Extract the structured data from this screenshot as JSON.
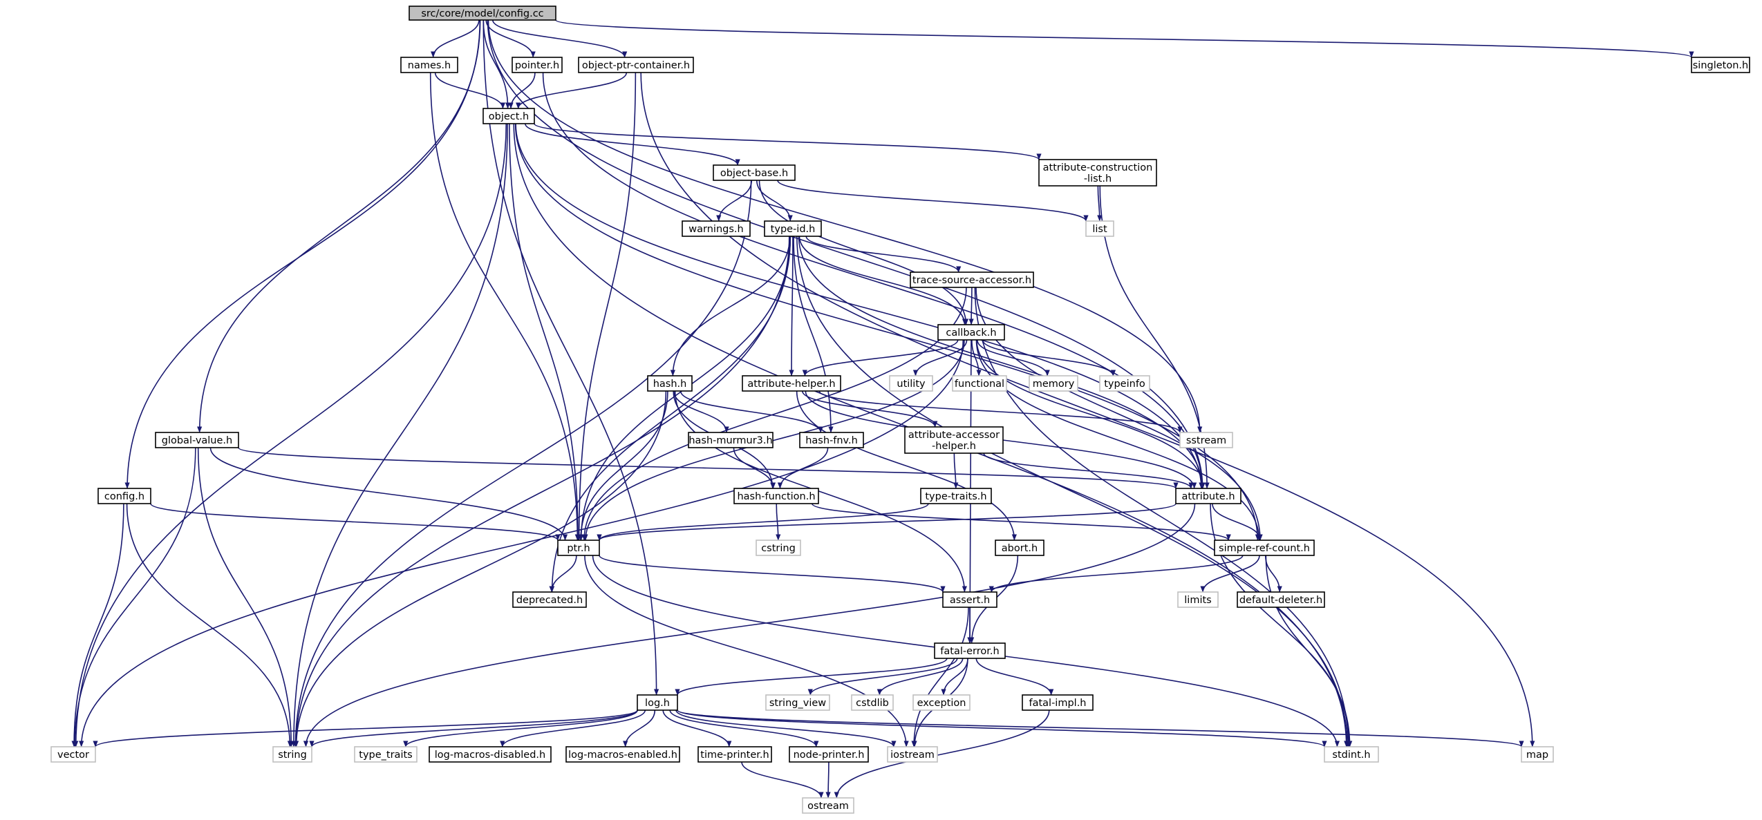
{
  "edge_color": "#191970",
  "root_fill": "#bfbfbf",
  "external_border": "#bfbfbf",
  "nodes": [
    {
      "id": "config_cc",
      "label": "src/core/model/config.cc",
      "kind": "root"
    },
    {
      "id": "names_h",
      "label": "names.h",
      "kind": "internal"
    },
    {
      "id": "pointer_h",
      "label": "pointer.h",
      "kind": "internal"
    },
    {
      "id": "object_ptr_container_h",
      "label": "object-ptr-container.h",
      "kind": "internal"
    },
    {
      "id": "singleton_h",
      "label": "singleton.h",
      "kind": "internal"
    },
    {
      "id": "object_h",
      "label": "object.h",
      "kind": "internal"
    },
    {
      "id": "object_base_h",
      "label": "object-base.h",
      "kind": "internal"
    },
    {
      "id": "attribute_construction_list_h",
      "label": [
        "attribute-construction",
        "-list.h"
      ],
      "kind": "internal"
    },
    {
      "id": "warnings_h",
      "label": "warnings.h",
      "kind": "internal"
    },
    {
      "id": "type_id_h",
      "label": "type-id.h",
      "kind": "internal"
    },
    {
      "id": "list",
      "label": "list",
      "kind": "external"
    },
    {
      "id": "trace_source_accessor_h",
      "label": "trace-source-accessor.h",
      "kind": "internal"
    },
    {
      "id": "callback_h",
      "label": "callback.h",
      "kind": "internal"
    },
    {
      "id": "hash_h",
      "label": "hash.h",
      "kind": "internal"
    },
    {
      "id": "attribute_helper_h",
      "label": "attribute-helper.h",
      "kind": "internal"
    },
    {
      "id": "utility",
      "label": "utility",
      "kind": "external"
    },
    {
      "id": "functional",
      "label": "functional",
      "kind": "external"
    },
    {
      "id": "memory",
      "label": "memory",
      "kind": "external"
    },
    {
      "id": "typeinfo",
      "label": "typeinfo",
      "kind": "external"
    },
    {
      "id": "sstream",
      "label": "sstream",
      "kind": "external"
    },
    {
      "id": "global_value_h",
      "label": "global-value.h",
      "kind": "internal"
    },
    {
      "id": "hash_murmur3_h",
      "label": "hash-murmur3.h",
      "kind": "internal"
    },
    {
      "id": "hash_fnv_h",
      "label": "hash-fnv.h",
      "kind": "internal"
    },
    {
      "id": "attribute_accessor_helper_h",
      "label": [
        "attribute-accessor",
        "-helper.h"
      ],
      "kind": "internal"
    },
    {
      "id": "config_h",
      "label": "config.h",
      "kind": "internal"
    },
    {
      "id": "hash_function_h",
      "label": "hash-function.h",
      "kind": "internal"
    },
    {
      "id": "type_traits_h",
      "label": "type-traits.h",
      "kind": "internal"
    },
    {
      "id": "attribute_h",
      "label": "attribute.h",
      "kind": "internal"
    },
    {
      "id": "cstring",
      "label": "cstring",
      "kind": "external"
    },
    {
      "id": "ptr_h",
      "label": "ptr.h",
      "kind": "internal"
    },
    {
      "id": "abort_h",
      "label": "abort.h",
      "kind": "internal"
    },
    {
      "id": "simple_ref_count_h",
      "label": "simple-ref-count.h",
      "kind": "internal"
    },
    {
      "id": "deprecated_h",
      "label": "deprecated.h",
      "kind": "internal"
    },
    {
      "id": "assert_h",
      "label": "assert.h",
      "kind": "internal"
    },
    {
      "id": "limits",
      "label": "limits",
      "kind": "external"
    },
    {
      "id": "default_deleter_h",
      "label": "default-deleter.h",
      "kind": "internal"
    },
    {
      "id": "fatal_error_h",
      "label": "fatal-error.h",
      "kind": "internal"
    },
    {
      "id": "log_h",
      "label": "log.h",
      "kind": "internal"
    },
    {
      "id": "string_view",
      "label": "string_view",
      "kind": "external"
    },
    {
      "id": "cstdlib",
      "label": "cstdlib",
      "kind": "external"
    },
    {
      "id": "exception",
      "label": "exception",
      "kind": "external"
    },
    {
      "id": "fatal_impl_h",
      "label": "fatal-impl.h",
      "kind": "internal"
    },
    {
      "id": "vector",
      "label": "vector",
      "kind": "external"
    },
    {
      "id": "string",
      "label": "string",
      "kind": "external"
    },
    {
      "id": "type_traits",
      "label": "type_traits",
      "kind": "external"
    },
    {
      "id": "log_macros_disabled_h",
      "label": "log-macros-disabled.h",
      "kind": "internal"
    },
    {
      "id": "log_macros_enabled_h",
      "label": "log-macros-enabled.h",
      "kind": "internal"
    },
    {
      "id": "time_printer_h",
      "label": "time-printer.h",
      "kind": "internal"
    },
    {
      "id": "node_printer_h",
      "label": "node-printer.h",
      "kind": "internal"
    },
    {
      "id": "iostream",
      "label": "iostream",
      "kind": "external"
    },
    {
      "id": "stdint_h",
      "label": "stdint.h",
      "kind": "external"
    },
    {
      "id": "map",
      "label": "map",
      "kind": "external"
    },
    {
      "id": "ostream",
      "label": "ostream",
      "kind": "external"
    }
  ],
  "edges": [
    [
      "config_cc",
      "names_h"
    ],
    [
      "config_cc",
      "object_h"
    ],
    [
      "config_cc",
      "pointer_h"
    ],
    [
      "config_cc",
      "object_ptr_container_h"
    ],
    [
      "config_cc",
      "singleton_h"
    ],
    [
      "config_cc",
      "config_h"
    ],
    [
      "config_cc",
      "global_value_h"
    ],
    [
      "config_cc",
      "log_h"
    ],
    [
      "config_cc",
      "sstream"
    ],
    [
      "config_cc",
      "attribute_h"
    ],
    [
      "names_h",
      "object_h"
    ],
    [
      "names_h",
      "ptr_h"
    ],
    [
      "pointer_h",
      "object_h"
    ],
    [
      "pointer_h",
      "attribute_h"
    ],
    [
      "object_ptr_container_h",
      "object_h"
    ],
    [
      "object_ptr_container_h",
      "ptr_h"
    ],
    [
      "object_ptr_container_h",
      "map"
    ],
    [
      "object_h",
      "object_base_h"
    ],
    [
      "object_h",
      "attribute_construction_list_h"
    ],
    [
      "object_h",
      "ptr_h"
    ],
    [
      "object_h",
      "attribute_h"
    ],
    [
      "object_h",
      "simple_ref_count_h"
    ],
    [
      "object_h",
      "stdint_h"
    ],
    [
      "object_h",
      "string"
    ],
    [
      "object_h",
      "vector"
    ],
    [
      "object_base_h",
      "warnings_h"
    ],
    [
      "object_base_h",
      "type_id_h"
    ],
    [
      "object_base_h",
      "callback_h"
    ],
    [
      "object_base_h",
      "list"
    ],
    [
      "object_base_h",
      "string"
    ],
    [
      "attribute_construction_list_h",
      "list"
    ],
    [
      "attribute_construction_list_h",
      "attribute_h"
    ],
    [
      "type_id_h",
      "trace_source_accessor_h"
    ],
    [
      "type_id_h",
      "callback_h"
    ],
    [
      "type_id_h",
      "hash_h"
    ],
    [
      "type_id_h",
      "attribute_helper_h"
    ],
    [
      "type_id_h",
      "attribute_h"
    ],
    [
      "type_id_h",
      "stdint_h"
    ],
    [
      "type_id_h",
      "string"
    ],
    [
      "type_id_h",
      "deprecated_h"
    ],
    [
      "type_id_h",
      "ptr_h"
    ],
    [
      "type_id_h",
      "hash_fnv_h"
    ],
    [
      "trace_source_accessor_h",
      "callback_h"
    ],
    [
      "trace_source_accessor_h",
      "ptr_h"
    ],
    [
      "trace_source_accessor_h",
      "simple_ref_count_h"
    ],
    [
      "trace_source_accessor_h",
      "stdint_h"
    ],
    [
      "callback_h",
      "attribute_helper_h"
    ],
    [
      "callback_h",
      "utility"
    ],
    [
      "callback_h",
      "functional"
    ],
    [
      "callback_h",
      "memory"
    ],
    [
      "callback_h",
      "typeinfo"
    ],
    [
      "callback_h",
      "attribute_h"
    ],
    [
      "callback_h",
      "simple_ref_count_h"
    ],
    [
      "callback_h",
      "fatal_error_h"
    ],
    [
      "callback_h",
      "ptr_h"
    ],
    [
      "callback_h",
      "vector"
    ],
    [
      "hash_h",
      "hash_murmur3_h"
    ],
    [
      "hash_h",
      "hash_fnv_h"
    ],
    [
      "hash_h",
      "hash_function_h"
    ],
    [
      "hash_h",
      "assert_h"
    ],
    [
      "hash_h",
      "ptr_h"
    ],
    [
      "hash_h",
      "string"
    ],
    [
      "attribute_helper_h",
      "attribute_accessor_helper_h"
    ],
    [
      "attribute_helper_h",
      "abort_h"
    ],
    [
      "attribute_helper_h",
      "attribute_h"
    ],
    [
      "attribute_helper_h",
      "sstream"
    ],
    [
      "global_value_h",
      "attribute_h"
    ],
    [
      "global_value_h",
      "ptr_h"
    ],
    [
      "global_value_h",
      "string"
    ],
    [
      "global_value_h",
      "vector"
    ],
    [
      "hash_murmur3_h",
      "hash_function_h"
    ],
    [
      "hash_fnv_h",
      "hash_function_h"
    ],
    [
      "attribute_accessor_helper_h",
      "type_traits_h"
    ],
    [
      "attribute_accessor_helper_h",
      "attribute_h"
    ],
    [
      "config_h",
      "ptr_h"
    ],
    [
      "config_h",
      "string"
    ],
    [
      "config_h",
      "vector"
    ],
    [
      "hash_function_h",
      "cstring"
    ],
    [
      "hash_function_h",
      "simple_ref_count_h"
    ],
    [
      "type_traits_h",
      "ptr_h"
    ],
    [
      "attribute_h",
      "ptr_h"
    ],
    [
      "attribute_h",
      "simple_ref_count_h"
    ],
    [
      "attribute_h",
      "stdint_h"
    ],
    [
      "attribute_h",
      "string"
    ],
    [
      "ptr_h",
      "deprecated_h"
    ],
    [
      "ptr_h",
      "assert_h"
    ],
    [
      "ptr_h",
      "iostream"
    ],
    [
      "ptr_h",
      "stdint_h"
    ],
    [
      "abort_h",
      "fatal_error_h"
    ],
    [
      "simple_ref_count_h",
      "assert_h"
    ],
    [
      "simple_ref_count_h",
      "limits"
    ],
    [
      "simple_ref_count_h",
      "default_deleter_h"
    ],
    [
      "simple_ref_count_h",
      "stdint_h"
    ],
    [
      "assert_h",
      "fatal_error_h"
    ],
    [
      "assert_h",
      "iostream"
    ],
    [
      "fatal_error_h",
      "log_h"
    ],
    [
      "fatal_error_h",
      "string_view"
    ],
    [
      "fatal_error_h",
      "cstdlib"
    ],
    [
      "fatal_error_h",
      "exception"
    ],
    [
      "fatal_error_h",
      "fatal_impl_h"
    ],
    [
      "fatal_error_h",
      "iostream"
    ],
    [
      "fatal_impl_h",
      "ostream"
    ],
    [
      "log_h",
      "vector"
    ],
    [
      "log_h",
      "string"
    ],
    [
      "log_h",
      "type_traits"
    ],
    [
      "log_h",
      "log_macros_disabled_h"
    ],
    [
      "log_h",
      "log_macros_enabled_h"
    ],
    [
      "log_h",
      "time_printer_h"
    ],
    [
      "log_h",
      "node_printer_h"
    ],
    [
      "log_h",
      "iostream"
    ],
    [
      "log_h",
      "stdint_h"
    ],
    [
      "log_h",
      "map"
    ],
    [
      "time_printer_h",
      "ostream"
    ],
    [
      "node_printer_h",
      "ostream"
    ]
  ]
}
